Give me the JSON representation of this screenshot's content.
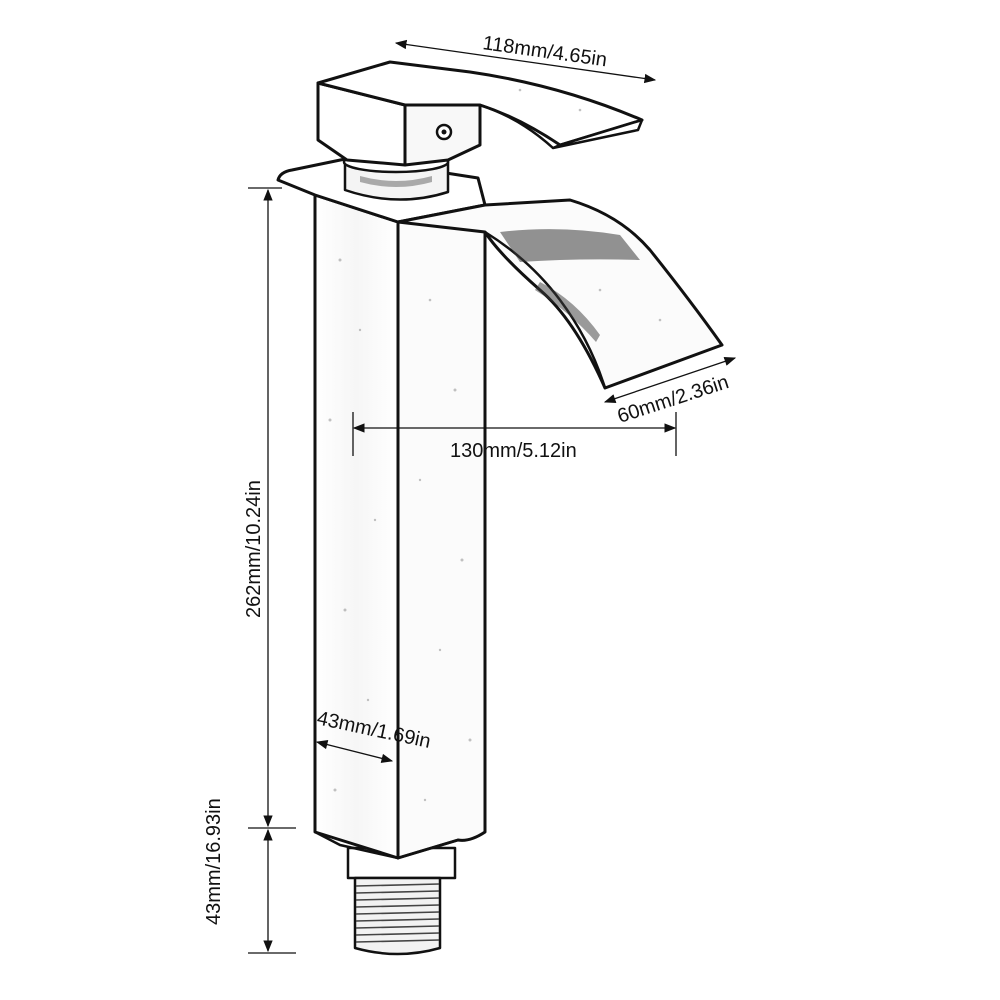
{
  "dimensions": {
    "handle_length": "118mm/4.65in",
    "spout_width": "60mm/2.36in",
    "spout_reach": "130mm/5.12in",
    "body_height": "262mm/10.24in",
    "body_width": "43mm/1.69in",
    "thread_length": "43mm/16.93in"
  },
  "colors": {
    "line": "#111111",
    "background": "#ffffff",
    "chrome_dark": "#3a3a3a"
  }
}
